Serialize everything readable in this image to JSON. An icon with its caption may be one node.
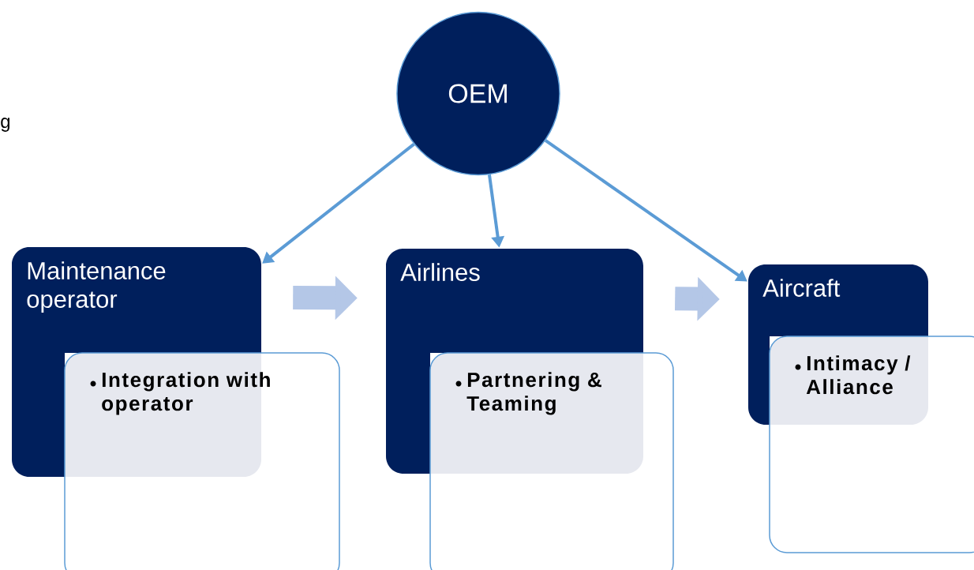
{
  "diagram": {
    "nodes": [
      {
        "text": [
          "OEM"
        ]
      },
      {
        "text": [
          "Maintenance operator"
        ]
      },
      {
        "text": [
          "Integration with operator"
        ]
      },
      {
        "text": [
          "Airlines"
        ]
      },
      {
        "text": [
          "Partnering & Teaming"
        ]
      },
      {
        "text": [
          "Aircraft"
        ]
      },
      {
        "text": [
          "Intimacy / Alliance"
        ]
      }
    ],
    "edges": [
      {
        "from": 0,
        "to": 1,
        "arrow": "to"
      },
      {
        "from": 0,
        "to": 3,
        "arrow": "to"
      },
      {
        "from": 0,
        "to": 5,
        "arrow": "to"
      },
      {
        "from": 1,
        "to": 3,
        "arrow": "to",
        "style": "thick",
        "color": "#b4c7e7"
      },
      {
        "from": 3,
        "to": 5,
        "arrow": "to",
        "style": "thick",
        "color": "#b4c7e7"
      }
    ],
    "labels": [
      "g"
    ]
  }
}
